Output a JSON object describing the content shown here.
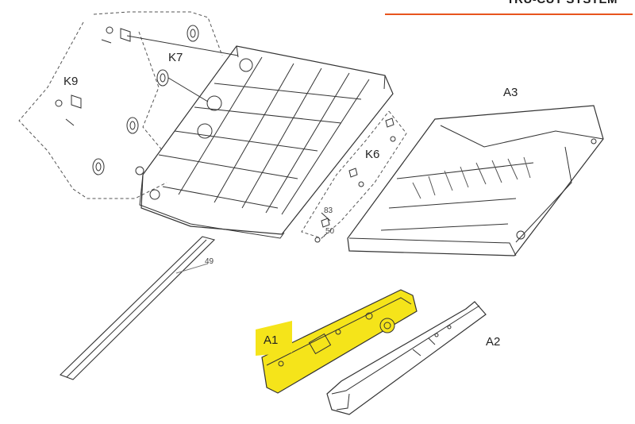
{
  "header": {
    "title": "TRU-CUT SYSTEM",
    "accent_color": "#e8541e"
  },
  "callouts": {
    "k9": "K9",
    "k7": "K7",
    "k6": "K6",
    "a1": "A1",
    "a2": "A2",
    "a3": "A3",
    "p49": "49",
    "p83": "83",
    "p50": "50"
  },
  "highlight_color": "#f5e41a"
}
